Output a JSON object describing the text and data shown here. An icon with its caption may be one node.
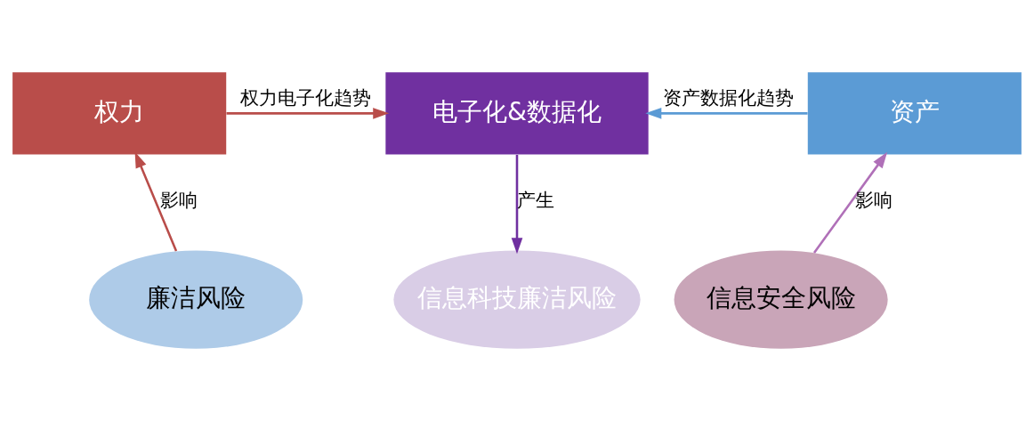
{
  "diagram": {
    "nodes": [
      {
        "text": [
          "权力"
        ]
      },
      {
        "text": [
          "电子化&数据化"
        ]
      },
      {
        "text": [
          "资产"
        ]
      },
      {
        "text": [
          "廉洁风险"
        ]
      },
      {
        "text": [
          "信息科技廉洁风险"
        ]
      },
      {
        "text": [
          "信息安全风险"
        ]
      }
    ],
    "edges": [
      {
        "from": 0,
        "to": 1,
        "arrow": "to",
        "label": "权力电子化趋势",
        "color": "#b94d4a"
      },
      {
        "from": 2,
        "to": 1,
        "arrow": "to",
        "label": "资产数据化趋势",
        "color": "#5b9bd5"
      },
      {
        "from": 1,
        "to": 4,
        "arrow": "to",
        "label": "产生",
        "color": "#7030a0"
      },
      {
        "from": 3,
        "to": 0,
        "arrow": "to",
        "label": "影响",
        "color": "#b94d4a"
      },
      {
        "from": 5,
        "to": 2,
        "arrow": "to",
        "label": "影响",
        "color": "#b070b8"
      }
    ]
  }
}
